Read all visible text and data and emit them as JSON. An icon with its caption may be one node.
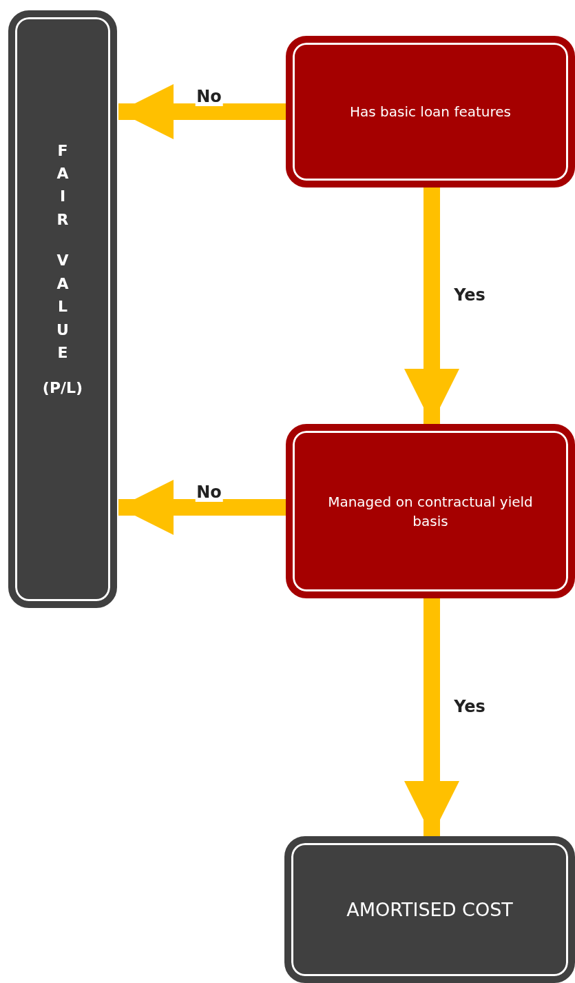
{
  "diagram": {
    "nodes": [
      {
        "text": [
          "FAIR VALUE",
          "(P/L)"
        ]
      },
      {
        "text": [
          "Has basic loan features"
        ]
      },
      {
        "text": [
          "Managed on contractual yield basis"
        ]
      },
      {
        "text": [
          "AMORTISED COST"
        ]
      }
    ],
    "edges": [
      {
        "from": 1,
        "to": 0,
        "arrow": "to",
        "label": "No"
      },
      {
        "from": 1,
        "to": 2,
        "arrow": "to",
        "label": "Yes"
      },
      {
        "from": 2,
        "to": 0,
        "arrow": "to",
        "label": "No"
      },
      {
        "from": 2,
        "to": 3,
        "arrow": "to",
        "label": "Yes"
      }
    ]
  }
}
